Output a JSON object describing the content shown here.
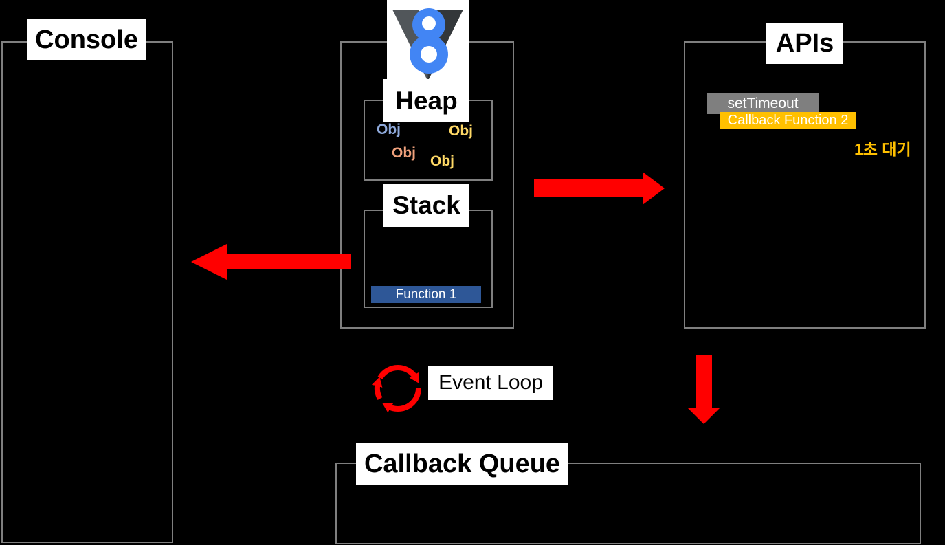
{
  "colors": {
    "background": "#000000",
    "box_border": "#7f7f7f",
    "arrow_red": "#ff0000",
    "v8_blue": "#4285f4",
    "v8_dark_left": "#51565a",
    "v8_dark_right": "#33373a",
    "function_bar": "#2e5797",
    "settimeout_bar": "#7f7f7f",
    "callback_bar": "#ffc000",
    "wait_text": "#ffc000"
  },
  "console": {
    "label": "Console"
  },
  "v8": {
    "logo_icon": "v8-logo",
    "heap": {
      "label": "Heap",
      "objects": [
        {
          "label": "Obj",
          "color": "#8faadc"
        },
        {
          "label": "Obj",
          "color": "#ffd966"
        },
        {
          "label": "Obj",
          "color": "#f0a17c"
        },
        {
          "label": "Obj",
          "color": "#ffd966"
        }
      ]
    },
    "stack": {
      "label": "Stack",
      "frames": [
        {
          "label": "Function 1",
          "color": "#2e5797"
        }
      ]
    }
  },
  "apis": {
    "label": "APIs",
    "bars": [
      {
        "label": "setTimeout",
        "color": "#7f7f7f"
      },
      {
        "label": "Callback Function 2",
        "color": "#ffc000"
      }
    ],
    "wait_label": "1초 대기"
  },
  "event_loop": {
    "label": "Event Loop",
    "icon": "circular-arrows-icon"
  },
  "callback_queue": {
    "label": "Callback Queue"
  }
}
